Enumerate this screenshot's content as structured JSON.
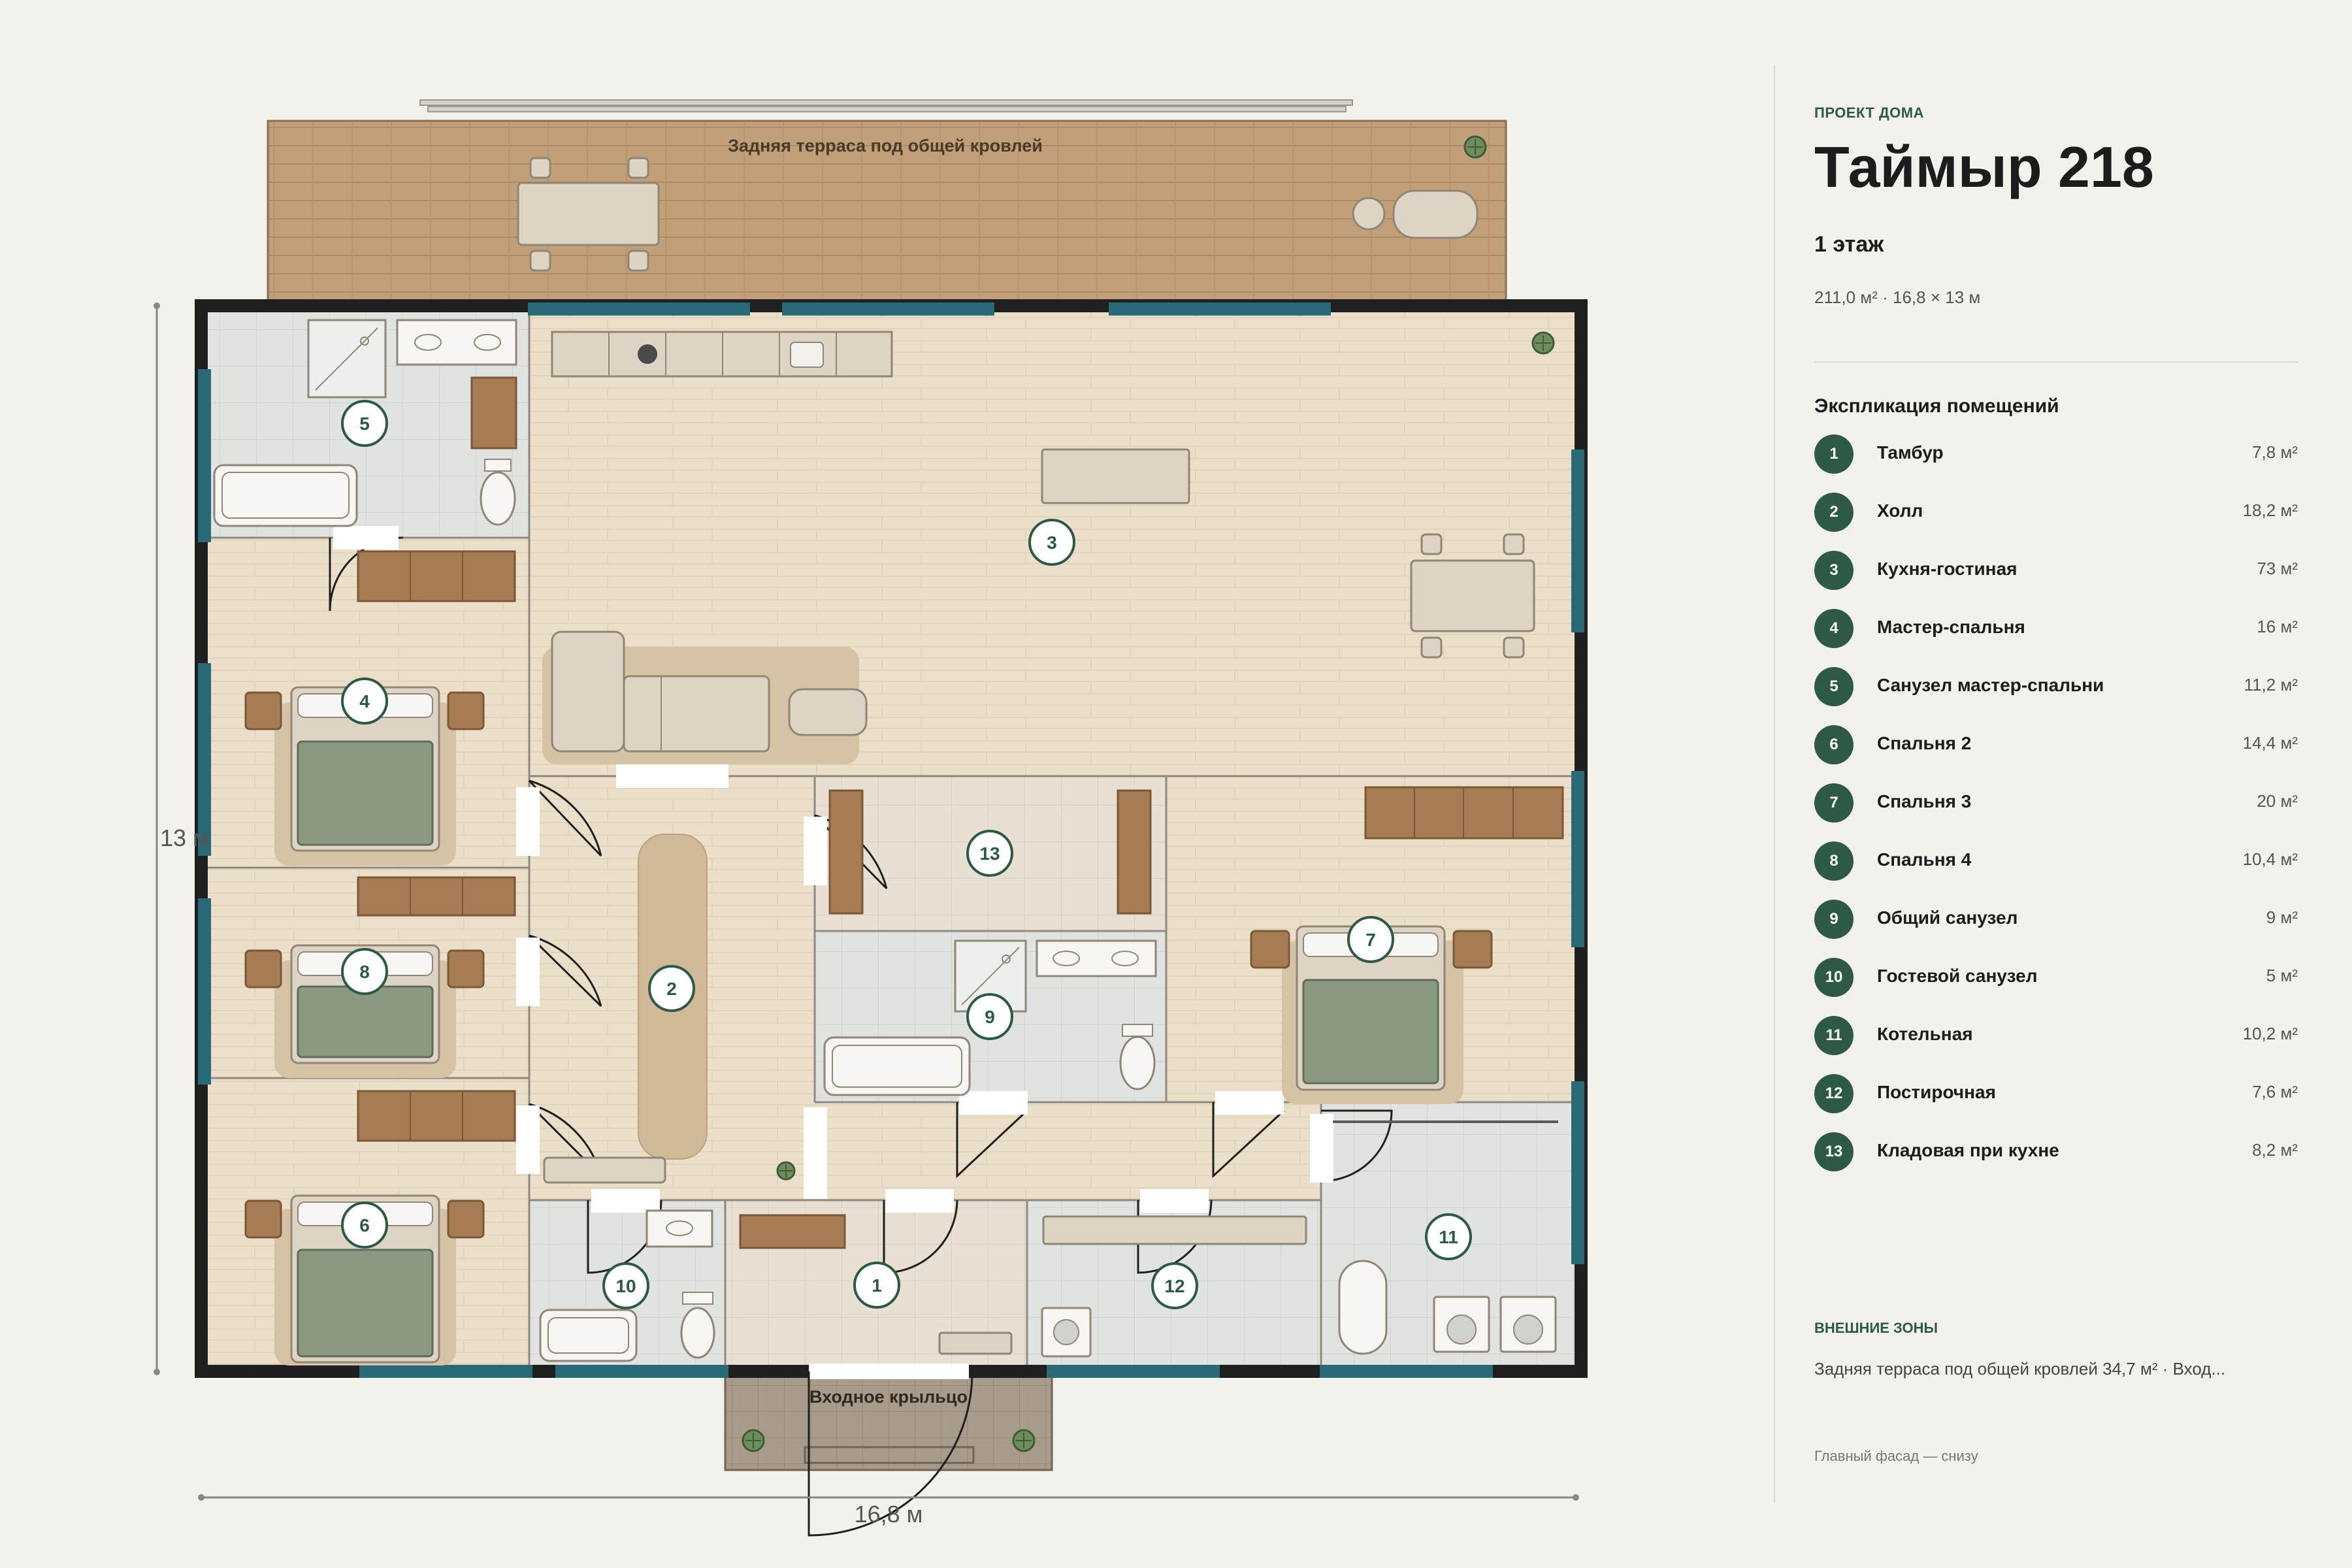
{
  "plan": {
    "terrace_label": "Задняя терраса под общей кровлей",
    "porch_label": "Входное крыльцо",
    "dim_width": "16,8 м",
    "dim_height": "13 м",
    "room_markers": [
      "1",
      "2",
      "3",
      "4",
      "5",
      "6",
      "7",
      "8",
      "9",
      "10",
      "11",
      "12",
      "13"
    ]
  },
  "panel": {
    "eyebrow": "ПРОЕКТ ДОМА",
    "title": "Таймыр 218",
    "floor": "1 этаж",
    "meta": "211,0 м² · 16,8 × 13 м",
    "legend_title": "Экспликация помещений",
    "rooms": [
      {
        "num": "1",
        "name": "Тамбур",
        "area": "7,8 м²"
      },
      {
        "num": "2",
        "name": "Холл",
        "area": "18,2 м²"
      },
      {
        "num": "3",
        "name": "Кухня-гостиная",
        "area": "73 м²"
      },
      {
        "num": "4",
        "name": "Мастер-спальня",
        "area": "16 м²"
      },
      {
        "num": "5",
        "name": "Санузел мастер-спальни",
        "area": "11,2 м²"
      },
      {
        "num": "6",
        "name": "Спальня 2",
        "area": "14,4 м²"
      },
      {
        "num": "7",
        "name": "Спальня 3",
        "area": "20 м²"
      },
      {
        "num": "8",
        "name": "Спальня 4",
        "area": "10,4 м²"
      },
      {
        "num": "9",
        "name": "Общий санузел",
        "area": "9 м²"
      },
      {
        "num": "10",
        "name": "Гостевой санузел",
        "area": "5 м²"
      },
      {
        "num": "11",
        "name": "Котельная",
        "area": "10,2 м²"
      },
      {
        "num": "12",
        "name": "Постирочная",
        "area": "7,6 м²"
      },
      {
        "num": "13",
        "name": "Кладовая при кухне",
        "area": "8,2 м²"
      }
    ],
    "external_title": "ВНЕШНИЕ ЗОНЫ",
    "external_text": "Задняя терраса под общей кровлей 34,7 м² · Вход...",
    "facade_note": "Главный фасад — снизу"
  },
  "colors": {
    "accent": "#2e5a45",
    "wall": "#1f1f1f",
    "window": "#2a6a78",
    "floor_wood": "#ecdfc9",
    "floor_tile": "#e1e3e0",
    "terrace": "#c19f79",
    "furniture_wood": "#a77c55",
    "bed_linen": "#8a9a82"
  }
}
